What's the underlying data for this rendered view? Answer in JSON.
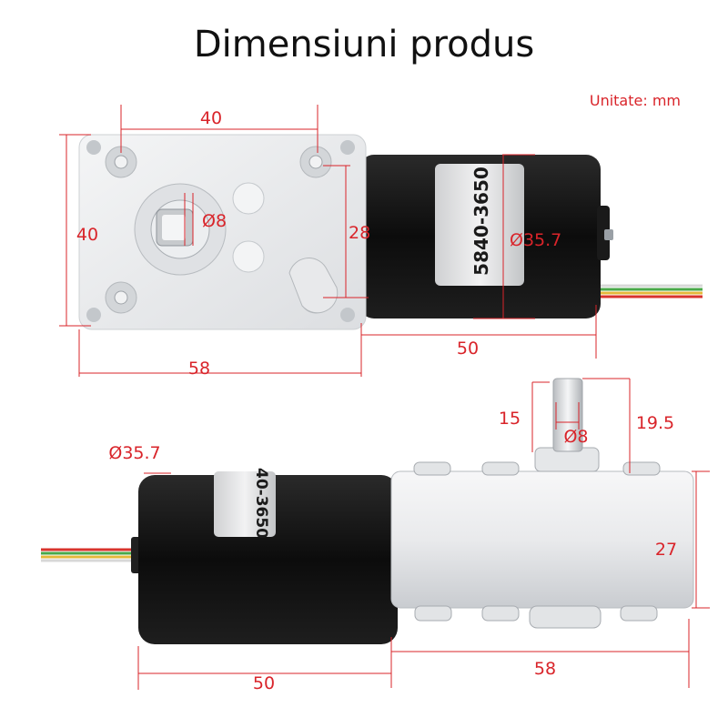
{
  "title": "Dimensiuni produs",
  "unit_label": "Unitate: mm",
  "model_label": "5840-3650",
  "model_label_partial": "40-3650",
  "dimensions": {
    "top_width_holes": "40",
    "top_height_holes": "40",
    "top_shaft_diameter": "Ø8",
    "top_gearbox_hole_height": "28",
    "top_motor_diameter": "Ø35.7",
    "top_gearbox_length": "58",
    "top_motor_length": "50",
    "side_shaft_offset": "15",
    "side_shaft_diameter": "Ø8",
    "side_shaft_height": "19.5",
    "side_motor_diameter": "Ø35.7",
    "side_gearbox_height": "27",
    "side_motor_length": "50",
    "side_gearbox_length": "58"
  },
  "colors": {
    "dimension": "#d9242a",
    "motor_body": "#141414",
    "gearbox": "#e6e7e9",
    "wire_red": "#d8332c",
    "wire_green": "#49a84a",
    "wire_yellow": "#e4b83a"
  }
}
